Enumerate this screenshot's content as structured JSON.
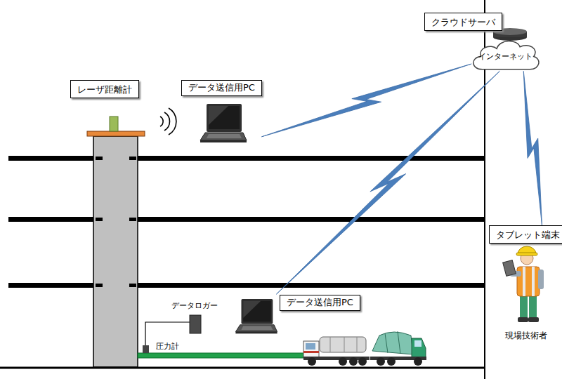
{
  "diagram": {
    "nodes": [
      {
        "text": [
          "クラウドサーバ"
        ]
      },
      {
        "text": [
          "インターネット"
        ]
      },
      {
        "text": [
          "レーザ距離計"
        ]
      },
      {
        "text": [
          "データ送信用PC"
        ]
      },
      {
        "text": [
          "タブレット端末"
        ]
      },
      {
        "text": [
          "データ送信用PC"
        ]
      }
    ],
    "edges": [
      {
        "from": 3,
        "to": 1,
        "arrow": "none"
      },
      {
        "from": 5,
        "to": 1,
        "arrow": "none"
      },
      {
        "from": 1,
        "to": 4,
        "arrow": "none"
      }
    ],
    "labels": [
      "データロガー",
      "圧力計",
      "現場技術者"
    ]
  }
}
